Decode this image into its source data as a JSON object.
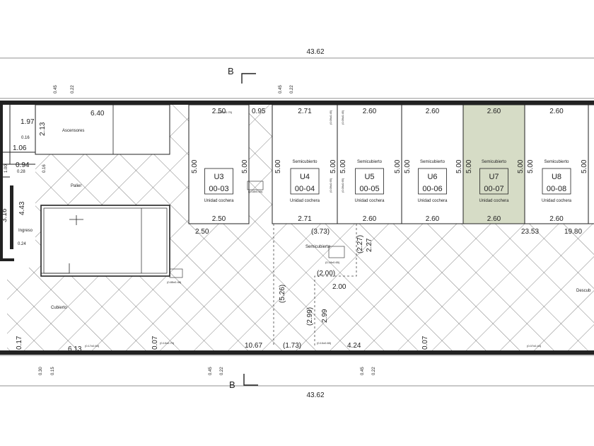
{
  "colors": {
    "line": "#222222",
    "highlight": "#d6dcc6",
    "paper": "#ffffff"
  },
  "overall": {
    "top_total": "43.62",
    "bottom_total": "43.62",
    "section_label": "B"
  },
  "top_marks": {
    "a": "0.45",
    "b": "0.22",
    "c": "0.45",
    "d": "0.22"
  },
  "bottom_marks": {
    "a": "0.30",
    "b": "0.15",
    "c": "0.45",
    "d": "0.22",
    "e": "0.45",
    "f": "0.22"
  },
  "rooms": {
    "ascensores": "Ascensores",
    "palier": "Palier",
    "ingreso": "Ingreso",
    "cubierto": "Cubierto",
    "semicubierto": "Semicubierto",
    "descubierto": "Descub"
  },
  "left_dims": {
    "w640": "6.40",
    "d197": "1.97",
    "d213": "2.13",
    "d016": "0.16",
    "d106": "1.06",
    "d094": "0.94",
    "d028": "0.28",
    "d016b": "0.16",
    "d100": "1.00",
    "d443": "4.43",
    "d316": "3.16",
    "d024": "0.24",
    "d017": "0.17"
  },
  "units": [
    {
      "id": "U3",
      "code": "00-03",
      "top": "2.50",
      "bottom": "2.50",
      "depth": "5.00",
      "label": "Unidad cochera",
      "semi": "",
      "note": "(0.10x0.70)"
    },
    {
      "id": "U4",
      "code": "00-04",
      "top": "2.71",
      "bottom": "2.71",
      "depth": "5.00",
      "label": "Unidad cochera",
      "semi": "Semicubierto",
      "note": "(0.18x0.65)"
    },
    {
      "id": "U5",
      "code": "00-05",
      "top": "2.60",
      "bottom": "2.60",
      "depth": "5.00",
      "label": "Unidad cochera",
      "semi": "Semicubierto",
      "note": "(0.18x0.65)"
    },
    {
      "id": "U6",
      "code": "00-06",
      "top": "2.60",
      "bottom": "2.60",
      "depth": "5.00",
      "label": "Unidad cochera",
      "semi": "Semicubierto",
      "note": ""
    },
    {
      "id": "U7",
      "code": "00-07",
      "top": "2.60",
      "bottom": "2.60",
      "depth": "5.00",
      "label": "Unidad cochera",
      "semi": "Semicubierto",
      "note": ""
    },
    {
      "id": "U8",
      "code": "00-08",
      "top": "2.60",
      "bottom": "2.60",
      "depth": "5.00",
      "label": "Unidad cochera",
      "semi": "Semicubierto",
      "note": ""
    }
  ],
  "misc_dims": {
    "d095": "0.95",
    "d250b": "2.50",
    "d2353": "23.53",
    "d1980": "19.80",
    "d373": "(3.73)",
    "d227a": "(2.27)",
    "d227": "2.27",
    "d200a": "(2.00)",
    "d200": "2.00",
    "d526": "(5.26)",
    "d299a": "(2.99)",
    "d299": "2.99",
    "d613": "6.13",
    "d007a": "0.07",
    "d1067": "10.67",
    "d173": "(1.73)",
    "d424": "4.24",
    "d007b": "0.07"
  },
  "notes": {
    "n1": "(0.10x0.70)",
    "n2": "(0.18x0.65)",
    "n3": "(0.85x0.48)",
    "n4": "(0.18x0.65)",
    "n5": "(0.17x0.63)",
    "n6": "(0.10x0.70)",
    "n7": "(0.10x0.65)",
    "n8": "(0.07x0.44)",
    "v1": "(0.09x0.45)",
    "v2": "(0.09x0.45)",
    "v3": "(0.09x0.65)",
    "v4": "(0.09x0.65)"
  }
}
